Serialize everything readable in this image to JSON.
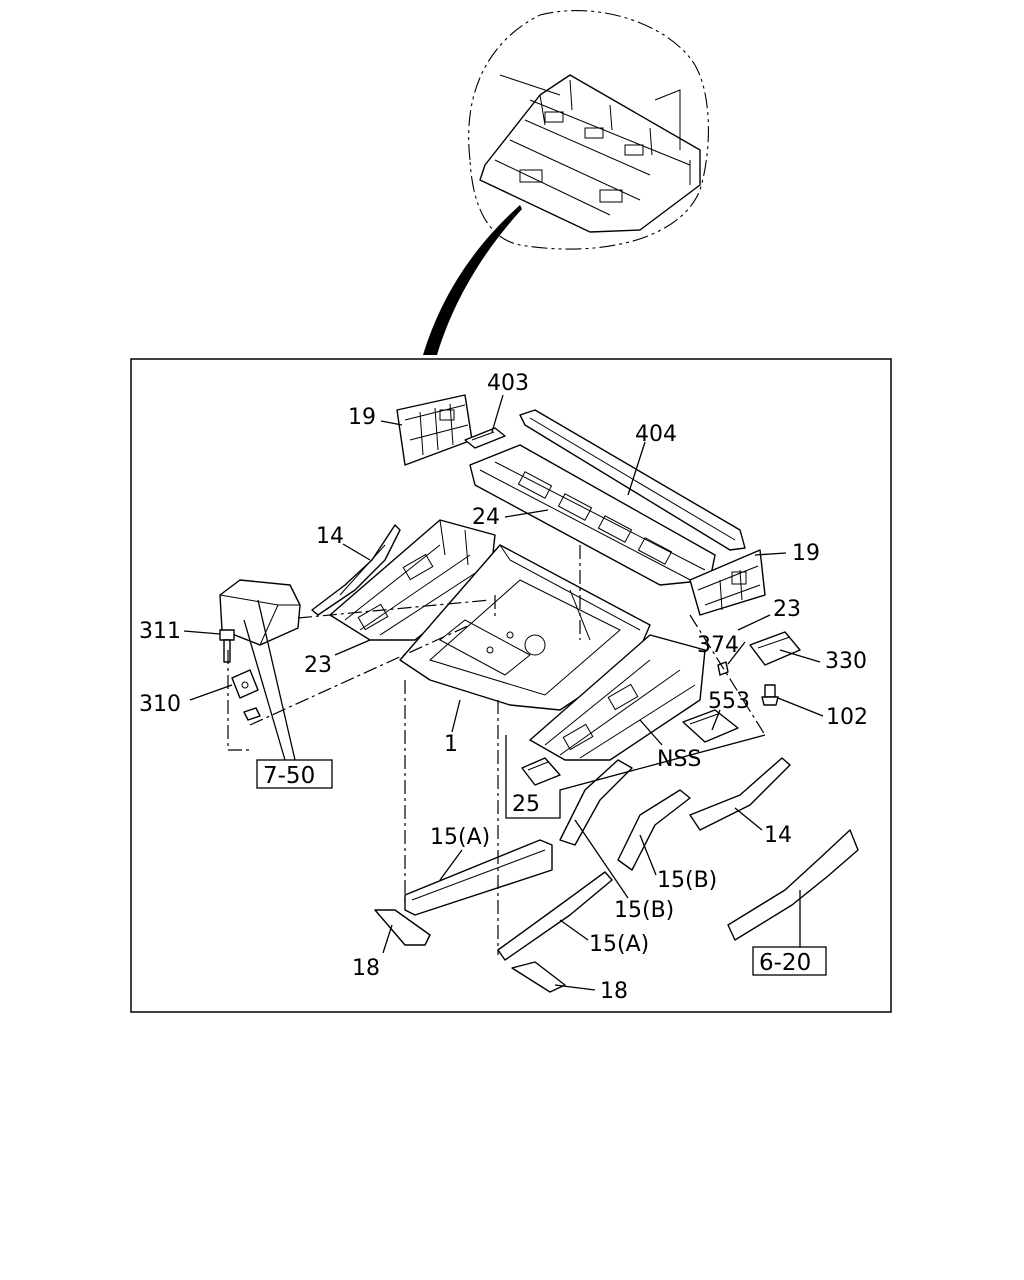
{
  "callouts": {
    "c403": "403",
    "c19_left": "19",
    "c404": "404",
    "c24": "24",
    "c14_left": "14",
    "c19_right": "19",
    "c23_right": "23",
    "c311": "311",
    "c374": "374",
    "c330": "330",
    "c23_left": "23",
    "c310": "310",
    "c553": "553",
    "c102": "102",
    "c1": "1",
    "c7_50": "7-50",
    "cNSS": "NSS",
    "c25": "25",
    "c14_right": "14",
    "c15A_upper": "15(A)",
    "c15B_right": "15(B)",
    "c15B_lower": "15(B)",
    "c15A_lower": "15(A)",
    "c6_20": "6-20",
    "c18_left": "18",
    "c18_right": "18"
  }
}
